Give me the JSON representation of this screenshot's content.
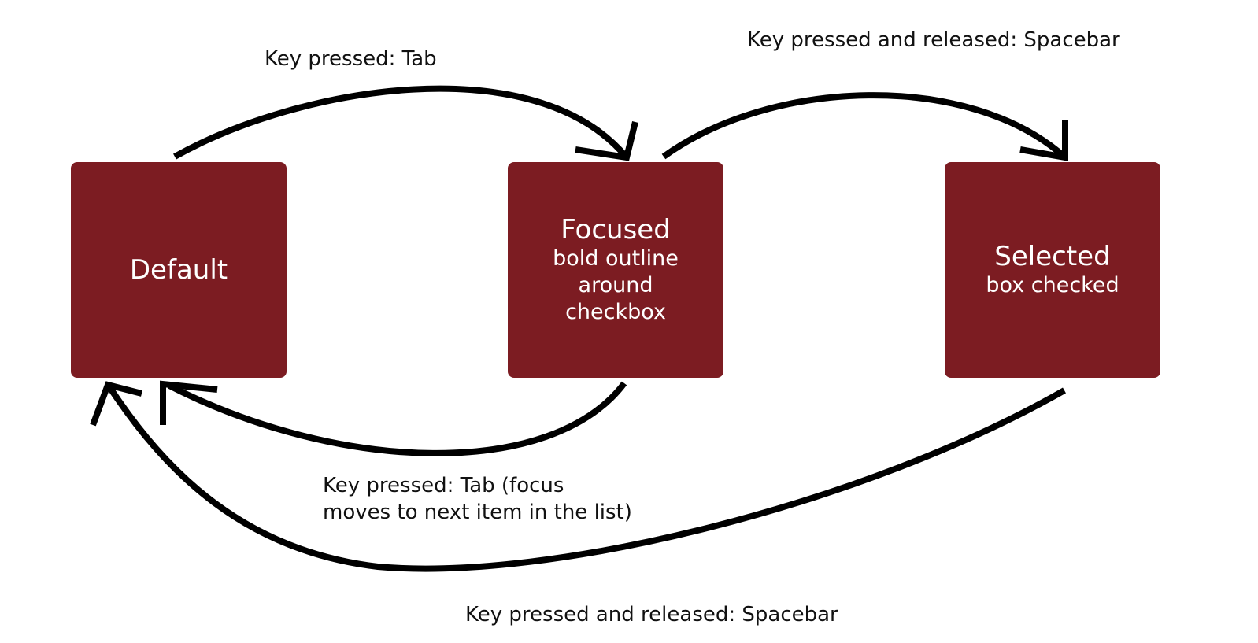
{
  "theme": {
    "state_fill": "#7c1c22",
    "state_text": "#ffffff",
    "arrow_color": "#000000",
    "background": "#ffffff"
  },
  "states": {
    "default": {
      "title": "Default",
      "description": ""
    },
    "focused": {
      "title": "Focused",
      "description_line1": "bold outline around",
      "description_line2": "checkbox"
    },
    "selected": {
      "title": "Selected",
      "description": "box checked"
    }
  },
  "transitions": {
    "default_to_focused": {
      "from": "Default",
      "to": "Focused",
      "label": "Key pressed: Tab"
    },
    "focused_to_selected": {
      "from": "Focused",
      "to": "Selected",
      "label": "Key pressed and released: Spacebar"
    },
    "focused_to_default": {
      "from": "Focused",
      "to": "Default",
      "label_line1": "Key pressed: Tab (focus",
      "label_line2": "moves to next item in the list)"
    },
    "selected_to_default": {
      "from": "Selected",
      "to": "Default",
      "label": "Key pressed and released: Spacebar"
    }
  }
}
